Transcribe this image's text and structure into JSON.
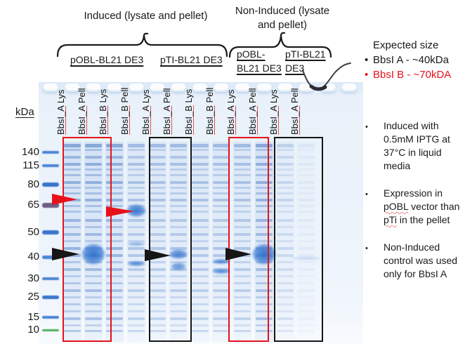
{
  "colors": {
    "red": "#e8111a",
    "ink": "#161616",
    "text": "#1a1a1a",
    "band_blue": "#4d84d4",
    "band_blue_dark": "#3b74ca",
    "ladder_purple": "#6e5e86",
    "ladder_green": "#4fae58"
  },
  "titles": {
    "induced": "Induced (lysate and pellet)",
    "non_induced_line1": "Non-Induced (lysate",
    "non_induced_line2": "and pellet)"
  },
  "groups": {
    "induced": [
      {
        "label": "pOBL-BL21 DE3"
      },
      {
        "label": "pTI-BL21 DE3"
      }
    ],
    "non_induced": [
      {
        "line1": "pOBL-",
        "line2": "BL21 DE3"
      },
      {
        "line1": "pTI-BL21",
        "line2": "DE3"
      }
    ]
  },
  "expected": {
    "title": "Expected size",
    "bullet": "•",
    "item_a": "BbsI A - ~40kDa",
    "item_b": "BbsI B - ~70kDA"
  },
  "ladder": {
    "unit": "kDa",
    "marks": [
      "140",
      "115",
      "80",
      "65",
      "50",
      "40",
      "30",
      "25",
      "15",
      "10"
    ]
  },
  "lanes": [
    {
      "prefix": "BbsI_A",
      "suffix": "Lys",
      "intensity": "strong",
      "bands": []
    },
    {
      "prefix": "BbsI_A",
      "suffix": "Pell",
      "intensity": "strong",
      "bands": [
        {
          "kda": 40,
          "size": "large"
        }
      ]
    },
    {
      "prefix": "BbsI_B",
      "suffix": "Lys",
      "intensity": "strong",
      "bands": []
    },
    {
      "prefix": "BbsI_B",
      "suffix": "Pell",
      "intensity": "medium",
      "bands": [
        {
          "kda": 70,
          "size": "medium-large"
        },
        {
          "kda": 47,
          "size": "band"
        },
        {
          "kda": 38,
          "size": "band-strong"
        }
      ]
    },
    {
      "prefix": "BbsI_A",
      "suffix": "Lys",
      "intensity": "medium",
      "bands": []
    },
    {
      "prefix": "BbsI_A",
      "suffix": "Pell",
      "intensity": "medium",
      "bands": [
        {
          "kda": 40,
          "size": "medium"
        },
        {
          "kda": 33,
          "size": "small"
        }
      ]
    },
    {
      "prefix": "BbsI_B",
      "suffix": "Lys",
      "intensity": "medium",
      "bands": []
    },
    {
      "prefix": "BbsI_B",
      "suffix": "Pell",
      "intensity": "medium",
      "bands": [
        {
          "kda": 35,
          "size": "band-strong"
        },
        {
          "kda": 32,
          "size": "band-strong"
        }
      ]
    },
    {
      "prefix": "BbsI_A",
      "suffix": "Lys",
      "intensity": "medium",
      "bands": []
    },
    {
      "prefix": "BbsI_A",
      "suffix": "Pell",
      "intensity": "strong",
      "bands": [
        {
          "kda": 40,
          "size": "large"
        }
      ]
    },
    {
      "prefix": "BbsI_A",
      "suffix": "Lys",
      "intensity": "faint",
      "bands": []
    },
    {
      "prefix": "BbsI_A",
      "suffix": "Pell",
      "intensity": "ghost",
      "bands": [
        {
          "kda": 42,
          "size": "ghost-band"
        }
      ]
    }
  ],
  "notes_bullet": "•",
  "notes": [
    {
      "text": "Induced with 0.5mM IPTG at 37°C in liquid media"
    },
    {
      "t1": "Expression in ",
      "w1": "pOBL",
      "t2": " vector than ",
      "w2": "pTi",
      "t3": " in the pellet"
    },
    {
      "text": "Non-Induced control was used only for BbsI A"
    }
  ],
  "annotations": {
    "arrows": [
      {
        "id": "ladder-65kda-arrow",
        "color": "red"
      },
      {
        "id": "bbsib-pellet-70kda-arrow",
        "color": "red"
      },
      {
        "id": "ladder-40kda-arrow",
        "color": "black"
      },
      {
        "id": "pti-pellet-40kda-arrow",
        "color": "black"
      },
      {
        "id": "noninduced-pellet-40kda-arrow",
        "color": "black"
      }
    ],
    "boxes": [
      {
        "id": "induced-pobl-box",
        "color": "red"
      },
      {
        "id": "induced-pti-box",
        "color": "black"
      },
      {
        "id": "noninduced-pobl-box",
        "color": "red"
      },
      {
        "id": "noninduced-pti-box",
        "color": "black"
      }
    ]
  }
}
